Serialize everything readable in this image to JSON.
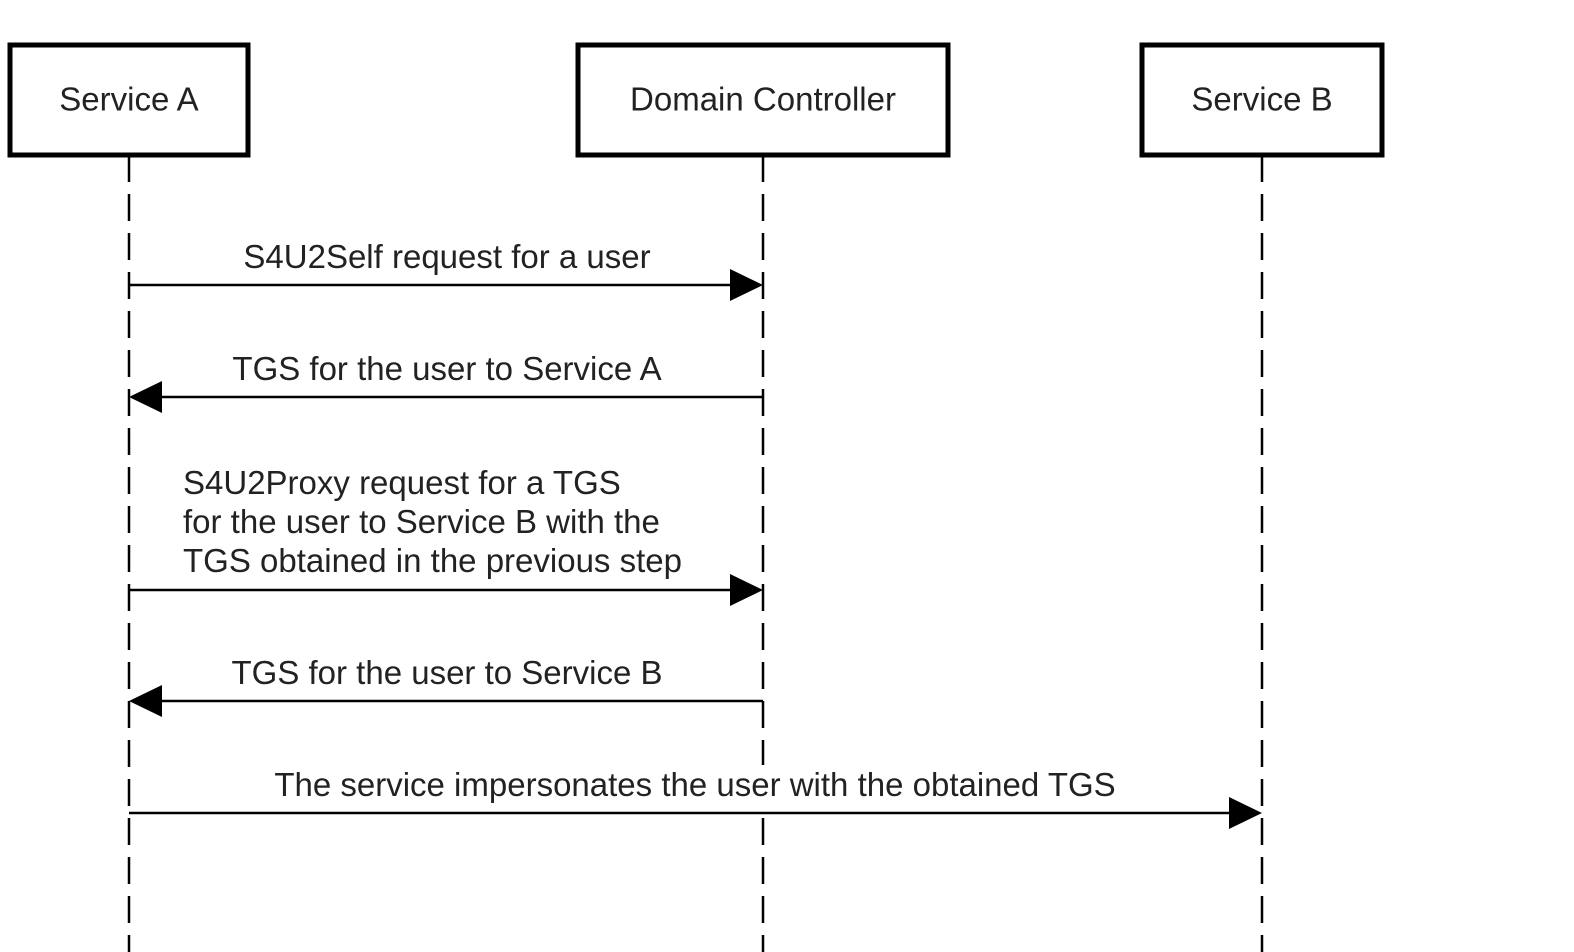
{
  "participants": [
    {
      "id": "service-a",
      "label": "Service A"
    },
    {
      "id": "domain-controller",
      "label": "Domain Controller"
    },
    {
      "id": "service-b",
      "label": "Service B"
    }
  ],
  "messages": [
    {
      "from": "service-a",
      "to": "domain-controller",
      "lines": [
        "S4U2Self request for a user"
      ]
    },
    {
      "from": "domain-controller",
      "to": "service-a",
      "lines": [
        "TGS for the user to Service A"
      ]
    },
    {
      "from": "service-a",
      "to": "domain-controller",
      "lines": [
        "S4U2Proxy request for a TGS",
        "for the user to Service B with the",
        "TGS obtained in the previous step"
      ]
    },
    {
      "from": "domain-controller",
      "to": "service-a",
      "lines": [
        "TGS for the user to Service B"
      ]
    },
    {
      "from": "service-a",
      "to": "service-b",
      "lines": [
        "The service impersonates the user with the obtained TGS"
      ]
    }
  ]
}
